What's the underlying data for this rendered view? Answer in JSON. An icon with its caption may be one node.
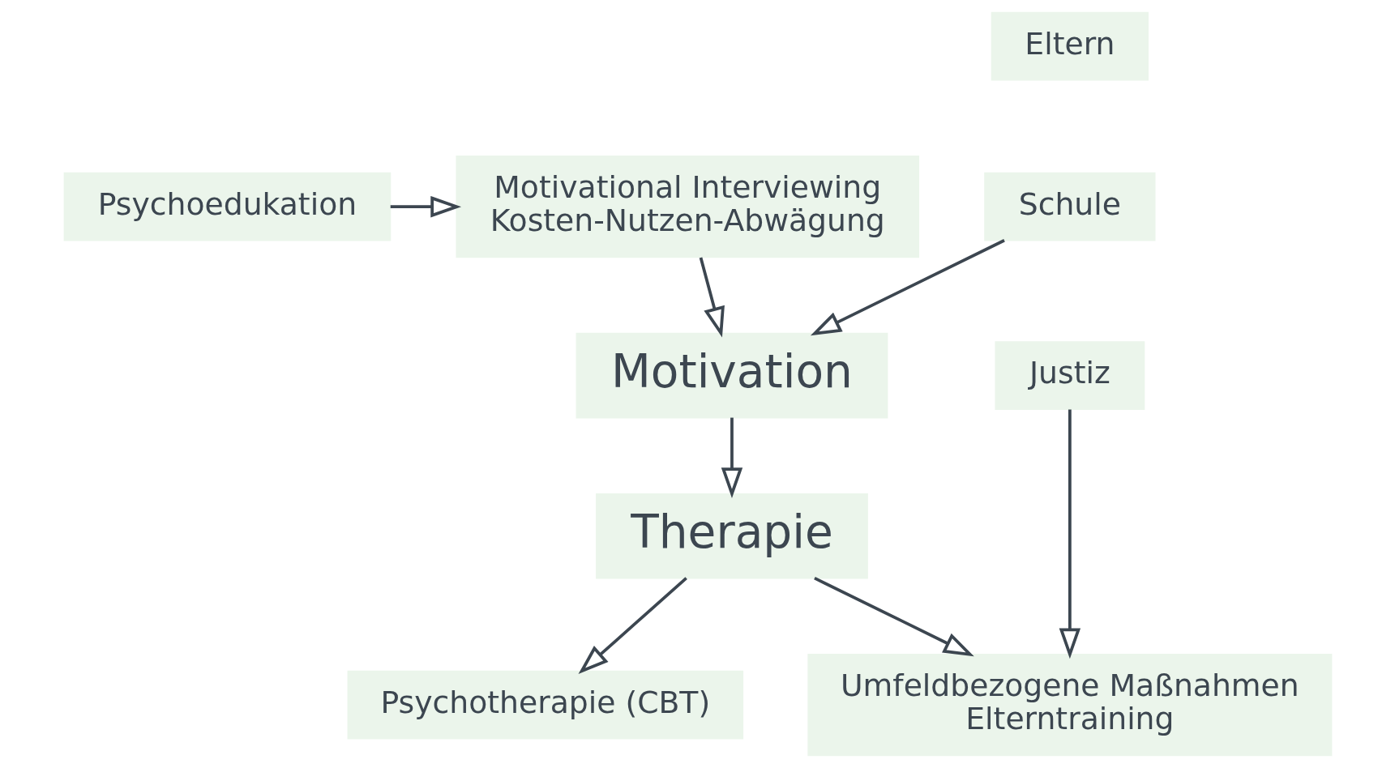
{
  "diagram": {
    "nodes": [
      {
        "text": [
          "Psychoedukation"
        ]
      },
      {
        "text": [
          "Motivational Interviewing",
          "Kosten-Nutzen-Abwägung"
        ]
      },
      {
        "text": [
          "Eltern"
        ]
      },
      {
        "text": [
          "Schule"
        ]
      },
      {
        "text": [
          "Justiz"
        ]
      },
      {
        "text": [
          "Motivation"
        ]
      },
      {
        "text": [
          "Therapie"
        ]
      },
      {
        "text": [
          "Umfeldbezogene Maßnahmen",
          "Elterntraining"
        ]
      },
      {
        "text": [
          "Psychotherapie (CBT)"
        ]
      }
    ],
    "edges": [
      {
        "from": 0,
        "to": 1,
        "arrow": "to"
      },
      {
        "from": 1,
        "to": 5,
        "arrow": "to"
      },
      {
        "from": 3,
        "to": 5,
        "arrow": "to"
      },
      {
        "from": 4,
        "to": 7,
        "arrow": "to"
      },
      {
        "from": 5,
        "to": 6,
        "arrow": "to"
      },
      {
        "from": 6,
        "to": 7,
        "arrow": "to"
      },
      {
        "from": 6,
        "to": 8,
        "arrow": "to"
      }
    ]
  }
}
